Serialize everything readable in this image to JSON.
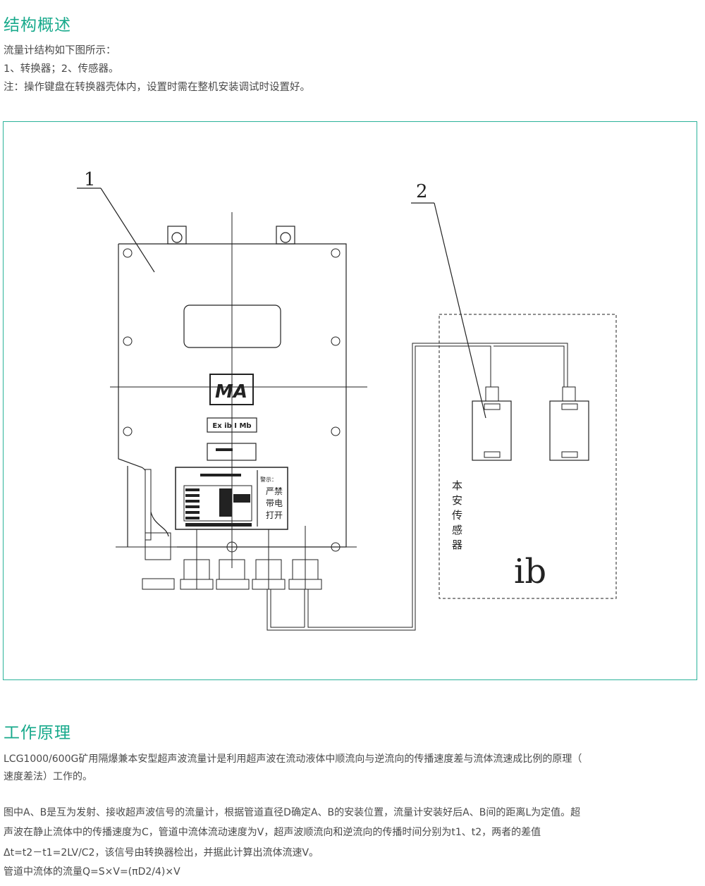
{
  "section1": {
    "title": "结构概述",
    "lines": [
      "流量计结构如下图所示：",
      "1、转换器；2、传感器。",
      "注：操作键盘在转换器壳体内，设置时需在整机安装调试时设置好。"
    ]
  },
  "diagram": {
    "label_1": "1",
    "label_2": "2",
    "ma_logo": "MA",
    "ex_mark": "Ex ib I Mb",
    "warning_title": "警示：",
    "warning_lines": [
      "严禁",
      "带电",
      "打开"
    ],
    "sensor_box_label": [
      "本",
      "安",
      "传",
      "感",
      "器"
    ],
    "ib_mark": "ib",
    "frame_color": "#2bb39a"
  },
  "section2": {
    "title": "工作原理",
    "lines": [
      "LCG1000/600G矿用隔爆兼本安型超声波流量计是利用超声波在流动液体中顺流向与逆流向的传播速度差与流体流速成比例的原理（",
      "速度差法）工作的。",
      "图中A、B是互为发射、接收超声波信号的流量计，根据管道直径D确定A、B的安装位置，流量计安装好后A、B间的距离L为定值。超",
      "声波在静止流体中的传播速度为C，管道中流体流动速度为V，超声波顺流向和逆流向的传播时间分别为t1、t2，两者的差值",
      "Δt=t2－t1=2LV/C2，该信号由转换器检出，并据此计算出流体流速V。",
      "管道中流体的流量Q=S×V=(πD2/4)×V"
    ]
  },
  "colors": {
    "accent": "#17a98b",
    "text": "#4a4a4a"
  }
}
